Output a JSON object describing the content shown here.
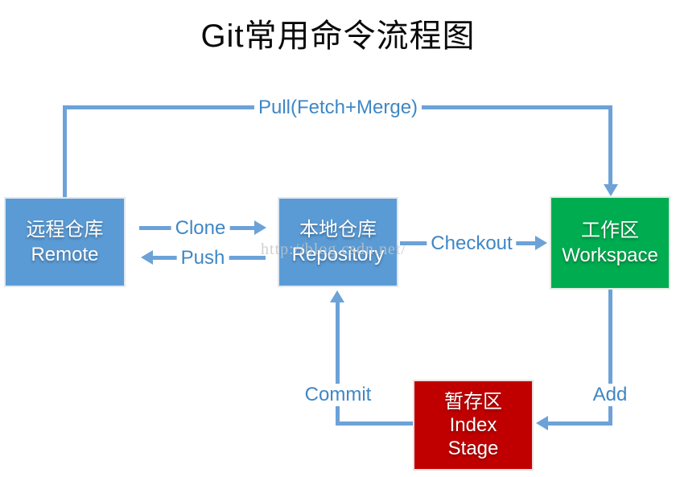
{
  "title": "Git常用命令流程图",
  "watermark": "http://blog.csdn.net/",
  "colors": {
    "box_blue": "#5B9BD5",
    "box_green": "#00AC50",
    "box_red": "#C00000",
    "arrow_blue": "#6CA2D8",
    "label_blue": "#3F87C5",
    "title_black": "#0A0A0A",
    "watermark_gray": "#C6C6C6"
  },
  "nodes": {
    "remote": {
      "line1": "远程仓库",
      "line2": "Remote"
    },
    "repository": {
      "line1": "本地仓库",
      "line2": "Repository"
    },
    "workspace": {
      "line1": "工作区",
      "line2": "Workspace"
    },
    "index": {
      "line1": "暂存区",
      "line2": "Index",
      "line3": "Stage"
    }
  },
  "edges": {
    "pull": "Pull(Fetch+Merge)",
    "clone": "Clone",
    "push": "Push",
    "checkout": "Checkout",
    "commit": "Commit",
    "add": "Add"
  }
}
